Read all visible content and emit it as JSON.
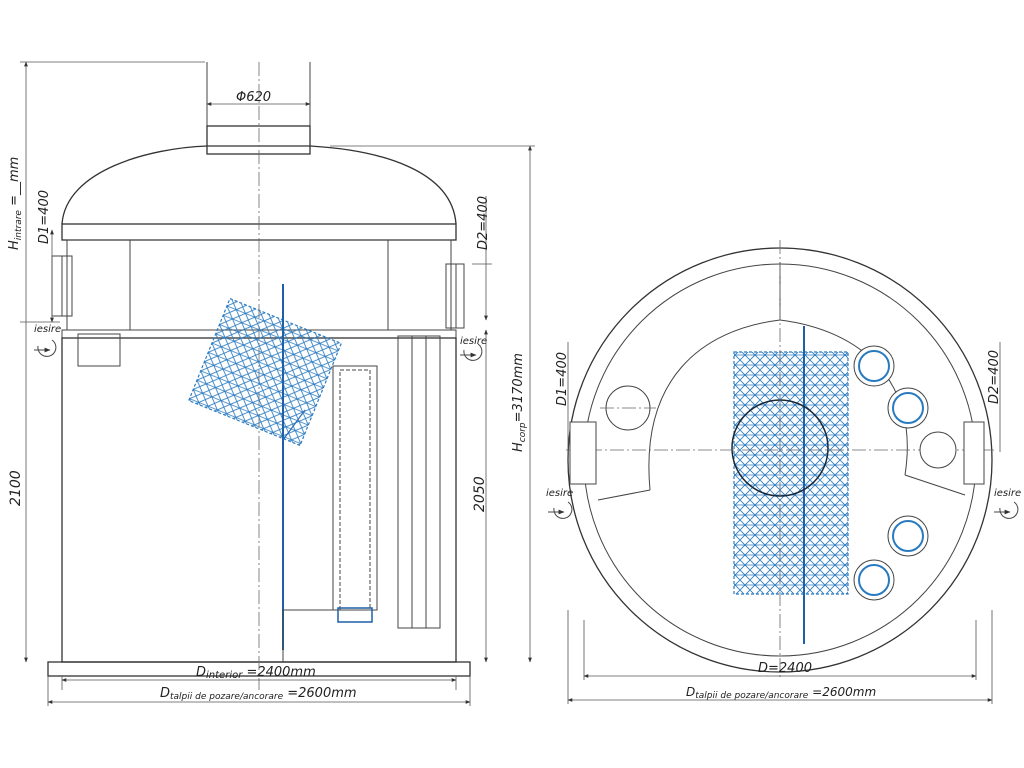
{
  "labels": {
    "dia_inlet": "Φ620",
    "h_intrare": "H",
    "h_intrare_sub": "intrare",
    "h_intrare_val": " =__mm",
    "d1_left": "D1=400",
    "d2_left": "D2=400",
    "iesire": "iesire",
    "h2100": "2100",
    "h2050": "2050",
    "hcorp": "H",
    "hcorp_sub": "corp",
    "hcorp_val": "=3170mm",
    "d_interior": "D",
    "d_interior_sub": "interior",
    "d_interior_val": " =2400mm",
    "d_talpii": "D",
    "d_talpii_sub": "talpii de pozare/ancorare",
    "d_talpii_val": " =2600mm",
    "d1_right": "D1=400",
    "d2_right": "D2=400",
    "iesire_right_a": "iesire",
    "iesire_right_b": "iesire",
    "d2400": "D=2400",
    "d_talpii_r": "D",
    "d_talpii_r_sub": "talpii de pozare/ancorare",
    "d_talpii_r_val": " =2600mm"
  },
  "colors": {
    "line": "#444444",
    "accent": "#1f5fa8",
    "media": "#2a7ac0"
  }
}
